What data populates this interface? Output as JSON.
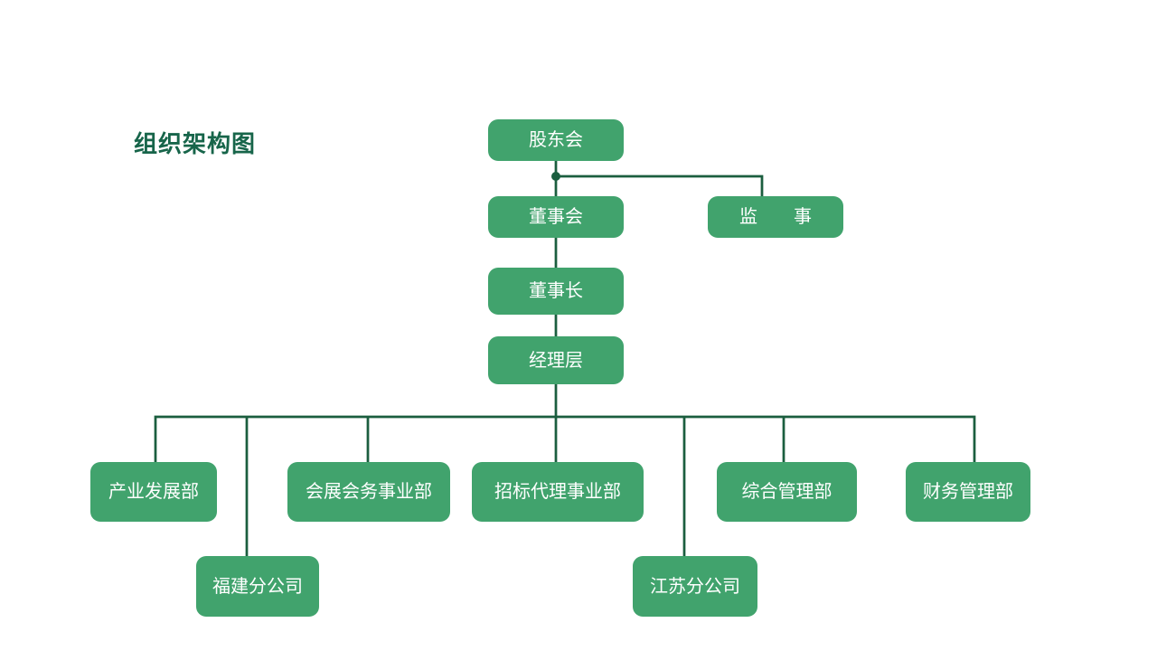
{
  "slide": {
    "background": "#ffffff"
  },
  "title": {
    "text": "组织架构图",
    "color": "#17654a"
  },
  "colors": {
    "box_fill": "#41a36d",
    "box_text": "#ffffff",
    "line_color": "#1b5e3f",
    "title_color": "#17654a",
    "slide_bg": "#ffffff"
  },
  "org": {
    "nodes": [
      {
        "id": "shareholders-meeting",
        "label": "股东会"
      },
      {
        "id": "board-of-directors",
        "label": "董事会"
      },
      {
        "id": "supervisor",
        "label": "监　　事"
      },
      {
        "id": "chairman",
        "label": "董事长"
      },
      {
        "id": "management-level",
        "label": "经理层"
      },
      {
        "id": "industry-development-dept",
        "label": "产业发展部"
      },
      {
        "id": "exhibition-conference-dept",
        "label": "会展会务事业部"
      },
      {
        "id": "bidding-agency-dept",
        "label": "招标代理事业部"
      },
      {
        "id": "general-management-dept",
        "label": "综合管理部"
      },
      {
        "id": "finance-management-dept",
        "label": "财务管理部"
      },
      {
        "id": "fujian-branch",
        "label": "福建分公司"
      },
      {
        "id": "jiangsu-branch",
        "label": "江苏分公司"
      }
    ],
    "edges": [
      {
        "from": "股东会",
        "to": "董事会"
      },
      {
        "from": "股东会",
        "to": "监事"
      },
      {
        "from": "董事会",
        "to": "董事长"
      },
      {
        "from": "董事长",
        "to": "经理层"
      },
      {
        "from": "经理层",
        "to": "产业发展部"
      },
      {
        "from": "经理层",
        "to": "福建分公司"
      },
      {
        "from": "经理层",
        "to": "会展会务事业部"
      },
      {
        "from": "经理层",
        "to": "招标代理事业部"
      },
      {
        "from": "经理层",
        "to": "江苏分公司"
      },
      {
        "from": "经理层",
        "to": "综合管理部"
      },
      {
        "from": "经理层",
        "to": "财务管理部"
      }
    ]
  }
}
